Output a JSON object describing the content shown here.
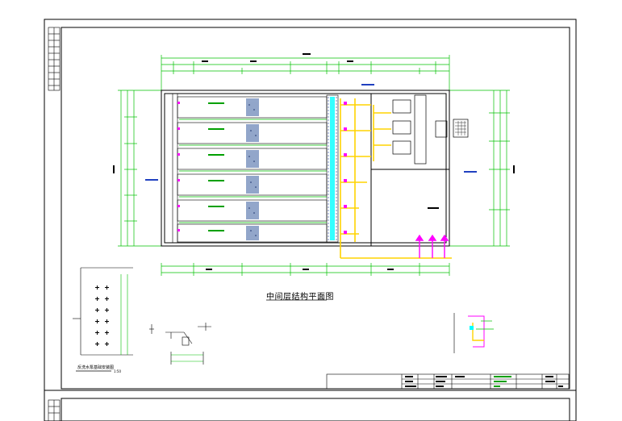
{
  "drawing": {
    "plan_title": "中间层结构平面图",
    "detail_title": "反洗水泵基础安装图",
    "detail_scale": "1:50"
  },
  "colors": {
    "background": "#ffffff",
    "frame": "#000000",
    "dimension": "#00c000",
    "pipe": "#ffd400",
    "water": "#00ffff",
    "accent": "#ff00ff",
    "fill_pattern": "#3a5fa0",
    "label": "#00a000"
  }
}
